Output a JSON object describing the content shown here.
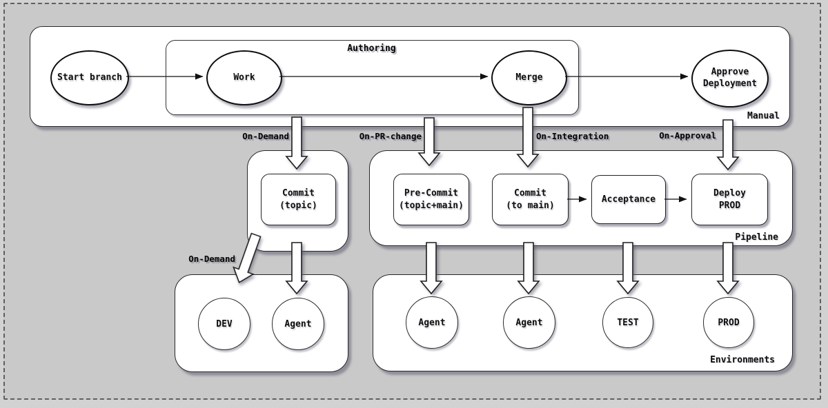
{
  "colors": {
    "page_background": "#d2d2d2",
    "diagram_background": "#c9c9c9",
    "dashed_border": "#5f5f5f",
    "shape_fill": "#ffffff",
    "line": "#1a1a1a",
    "shadow": "#5f5f73"
  },
  "manual": {
    "label": "Manual",
    "authoring_label": "Authoring",
    "nodes": {
      "start_branch": "Start branch",
      "work": "Work",
      "merge": "Merge",
      "approve_deployment": "Approve\nDeployment"
    }
  },
  "triggers": {
    "on_demand": "On-Demand",
    "on_pr_change": "On-PR-change",
    "on_integration": "On-Integration",
    "on_approval": "On-Approval",
    "on_demand_env": "On-Demand"
  },
  "pipeline": {
    "label": "Pipeline",
    "nodes": {
      "commit_topic": "Commit\n(topic)",
      "pre_commit": "Pre-Commit\n(topic+main)",
      "commit_main": "Commit\n(to main)",
      "acceptance": "Acceptance",
      "deploy_prod": "Deploy\nPROD"
    }
  },
  "environments": {
    "label": "Environments",
    "nodes": {
      "dev": "DEV",
      "agent_topic": "Agent",
      "agent_pre_commit": "Agent",
      "agent_main": "Agent",
      "test": "TEST",
      "prod": "PROD"
    }
  }
}
